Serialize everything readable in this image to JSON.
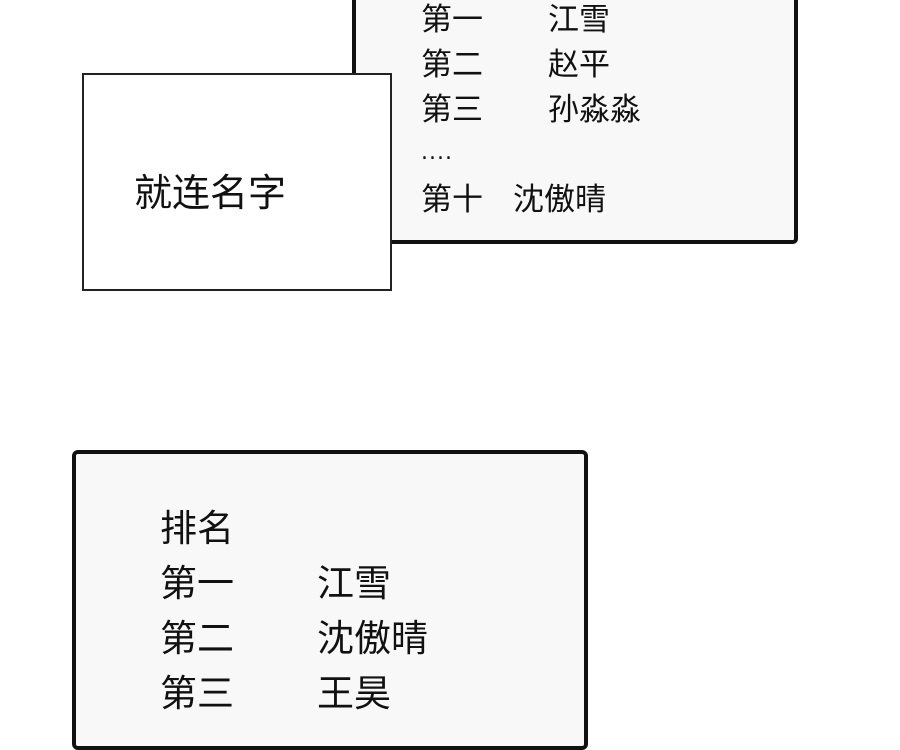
{
  "top_list": {
    "rows": [
      {
        "rank": "第一",
        "name": "江雪"
      },
      {
        "rank": "第二",
        "name": "赵平"
      },
      {
        "rank": "第三",
        "name": "孙淼淼"
      }
    ],
    "ellipsis": "....",
    "last": {
      "rank": "第十",
      "name": "沈傲晴"
    }
  },
  "caption": "就连名字",
  "bottom_list": {
    "title": "排名",
    "rows": [
      {
        "rank": "第一",
        "name": "江雪"
      },
      {
        "rank": "第二",
        "name": "沈傲晴"
      },
      {
        "rank": "第三",
        "name": "王昊"
      }
    ]
  }
}
